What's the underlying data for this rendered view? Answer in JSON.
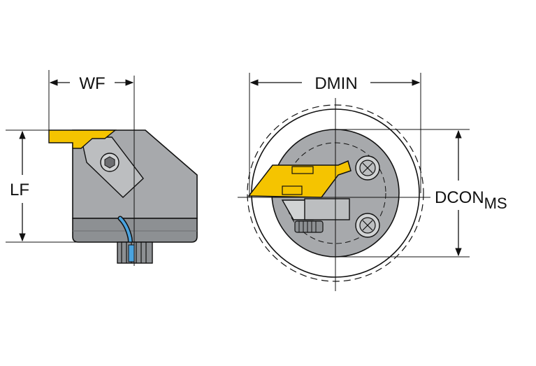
{
  "labels": {
    "wf": "WF",
    "lf": "LF",
    "dmin": "DMIN",
    "dcon": "DCON",
    "dcon_subscript": "MS"
  },
  "colors": {
    "body_gray": "#a7a9ac",
    "body_dark": "#8d9093",
    "insert_yellow": "#f5c400",
    "coolant_blue": "#4aa3df",
    "line": "#111111"
  },
  "icons": {
    "side_view": "tool-holder-side-view",
    "front_view": "tool-holder-front-view"
  }
}
